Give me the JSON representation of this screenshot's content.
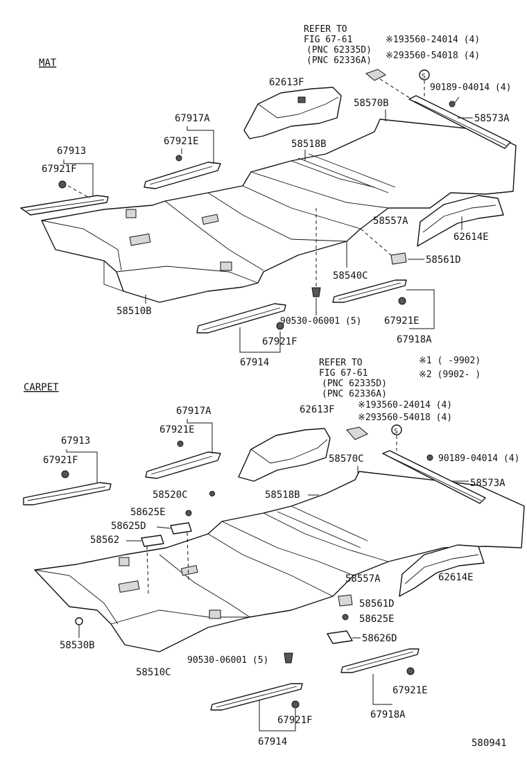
{
  "diagram_id": "580941",
  "notes": {
    "note1": "※1 (       -9902)",
    "note2": "※2 (9902-       )"
  },
  "mat": {
    "section_label": "MAT",
    "refer": {
      "line1": "REFER TO",
      "line2": "FIG 67-61",
      "line3": "(PNC 62335D)",
      "line4": "(PNC 62336A)"
    },
    "callouts": {
      "p1": "※193560-24014 (4)",
      "p2": "※293560-54018 (4)",
      "p3": "90189-04014 (4)",
      "p4": "58573A",
      "p5": "58570B",
      "p6": "62613F",
      "p7": "67917A",
      "p8": "67921E",
      "p9": "67913",
      "p10": "67921F",
      "p11": "58518B",
      "p12": "58557A",
      "p13": "62614E",
      "p14": "58561D",
      "p15": "58540C",
      "p16": "58510B",
      "p17": "90530-06001 (5)",
      "p18": "67921E",
      "p19": "67918A",
      "p20": "67921F",
      "p21": "67914"
    }
  },
  "carpet": {
    "section_label": "CARPET",
    "refer": {
      "line1": "REFER TO",
      "line2": "FIG 67-61",
      "line3": "(PNC 62335D)",
      "line4": "(PNC 62336A)"
    },
    "callouts": {
      "p1": "※193560-24014 (4)",
      "p2": "※293560-54018 (4)",
      "p3": "90189-04014 (4)",
      "p4": "58573A",
      "p5": "58570C",
      "p6": "62613F",
      "p7": "67917A",
      "p8": "67921E",
      "p9": "67913",
      "p10": "67921F",
      "p11": "58520C",
      "p12": "58625E",
      "p13": "58625D",
      "p14": "58562",
      "p15": "58518B",
      "p16": "58557A",
      "p17": "62614E",
      "p18": "58561D",
      "p19": "58625E",
      "p20": "58626D",
      "p21": "58530B",
      "p22": "58510C",
      "p23": "90530-06001 (5)",
      "p24": "67921E",
      "p25": "67918A",
      "p26": "67921F",
      "p27": "67914"
    }
  }
}
